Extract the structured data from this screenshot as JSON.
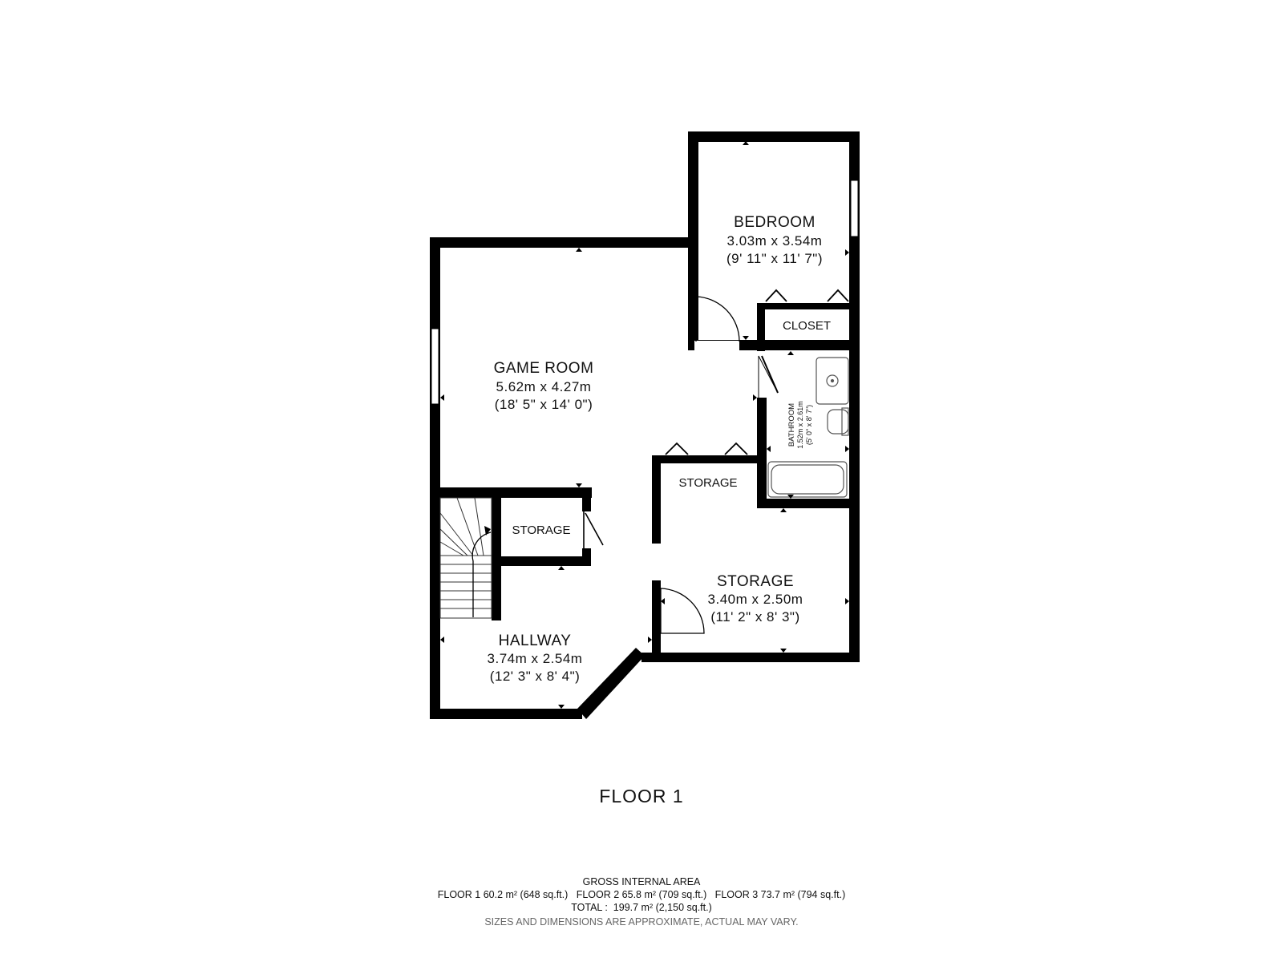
{
  "rooms": {
    "bedroom": {
      "name": "BEDROOM",
      "dim_m": "3.03m x 3.54m",
      "dim_ft": "(9' 11\" x 11' 7\")"
    },
    "closet": {
      "name": "CLOSET"
    },
    "game_room": {
      "name": "GAME ROOM",
      "dim_m": "5.62m x 4.27m",
      "dim_ft": "(18' 5\" x 14' 0\")"
    },
    "bathroom": {
      "name": "BATHROOM",
      "dim_m": "1.52m x 2.61m",
      "dim_ft": "(5' 0\" x 8' 7\")"
    },
    "storage_mid": {
      "name": "STORAGE"
    },
    "storage_small": {
      "name": "STORAGE"
    },
    "storage_large": {
      "name": "STORAGE",
      "dim_m": "3.40m x 2.50m",
      "dim_ft": "(11' 2\" x 8' 3\")"
    },
    "hallway": {
      "name": "HALLWAY",
      "dim_m": "3.74m x 2.54m",
      "dim_ft": "(12' 3\" x 8' 4\")"
    }
  },
  "floor_title": "FLOOR 1",
  "footer": {
    "heading": "GROSS INTERNAL AREA",
    "floors_line": "FLOOR 1 60.2 m² (648 sq.ft.)   FLOOR 2 65.8 m² (709 sq.ft.)   FLOOR 3 73.7 m² (794 sq.ft.)",
    "total_line": "TOTAL :  199.7 m² (2,150 sq.ft.)",
    "disclaimer": "SIZES AND DIMENSIONS ARE APPROXIMATE, ACTUAL MAY VARY."
  },
  "colors": {
    "wall": "#000000",
    "background": "#ffffff",
    "fixture": "#555555",
    "disclaimer": "#666666"
  }
}
